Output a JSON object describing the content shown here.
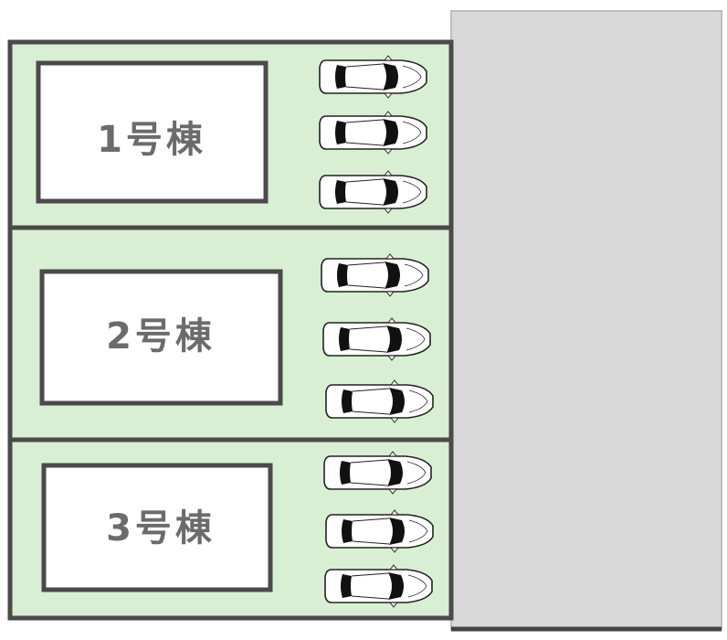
{
  "colors": {
    "lot_fill": "#d9efd3",
    "lot_border": "#4a4a4a",
    "building_fill": "#ffffff",
    "building_border": "#4a4a4a",
    "road_fill": "#d9d9d9",
    "road_border": "#444444",
    "label_color": "#6b6b6b",
    "car_body": "#ffffff",
    "car_outline": "#222222",
    "car_glass": "#111111"
  },
  "road": {
    "icon": "road-area"
  },
  "lots": [
    {
      "building": {
        "label": "1号棟"
      },
      "parking": {
        "spaces": 3,
        "icon": "car-top-view-icon"
      }
    },
    {
      "building": {
        "label": "2号棟"
      },
      "parking": {
        "spaces": 3,
        "icon": "car-top-view-icon"
      }
    },
    {
      "building": {
        "label": "3号棟"
      },
      "parking": {
        "spaces": 3,
        "icon": "car-top-view-icon"
      }
    }
  ]
}
